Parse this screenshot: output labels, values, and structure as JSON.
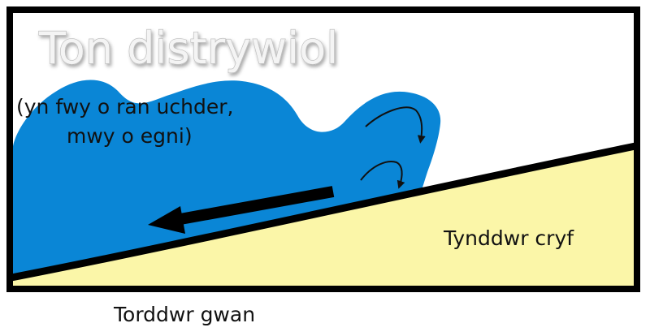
{
  "title": "Ton distrywiol",
  "wave_label": {
    "line1": "(yn fwy o ran uchder,",
    "line2": "mwy o egni)"
  },
  "strong_label": "Tynddwr cryf",
  "weak_label": "Torddwr gwan",
  "colors": {
    "water": "#0a86d6",
    "sand": "#fbf6a8",
    "frame": "#000000",
    "background": "#ffffff",
    "title_fill": "#f4f4f4",
    "title_stroke": "#b8b8b8"
  }
}
